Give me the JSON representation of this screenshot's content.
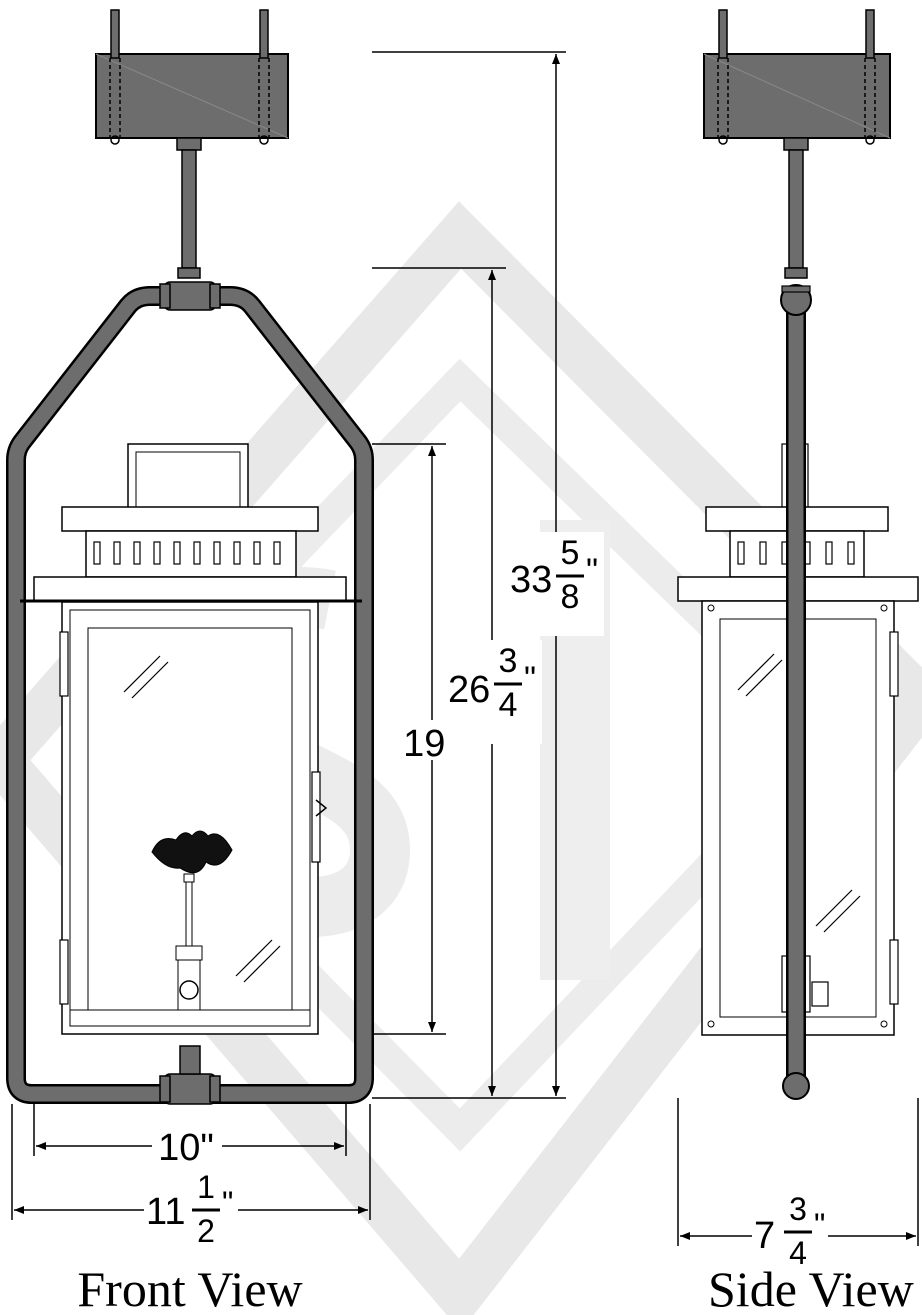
{
  "dimensions": {
    "front_inner_width": "10\"",
    "front_outer_width": {
      "whole": "11",
      "numerator": "1",
      "denominator": "2",
      "unit": "\""
    },
    "lantern_height": "19\"",
    "mid_height": {
      "whole": "26",
      "numerator": "3",
      "denominator": "4",
      "unit": "\""
    },
    "overall_height": {
      "whole": "33",
      "numerator": "5",
      "denominator": "8",
      "unit": "\""
    },
    "side_depth": {
      "whole": "7",
      "numerator": "3",
      "denominator": "4",
      "unit": "\""
    }
  },
  "captions": {
    "front": "Front View",
    "side": "Side View"
  },
  "colors": {
    "metal": "#6d6d6d",
    "line": "#000000",
    "watermark": "#e6e6e6"
  }
}
